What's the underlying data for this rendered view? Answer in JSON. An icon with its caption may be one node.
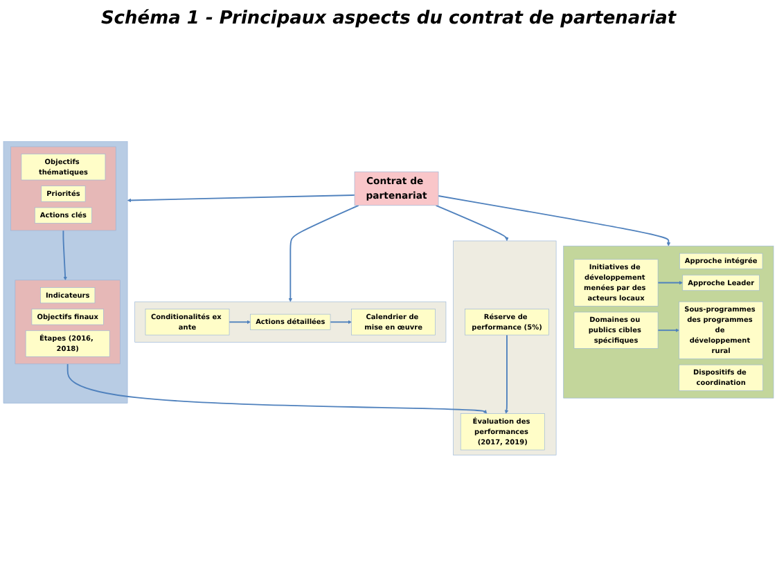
{
  "diagram": {
    "title": "Schéma 1 - Principaux aspects du contrat de partenariat",
    "nodes": [
      {
        "text": [],
        "shape": "box"
      },
      {
        "text": [],
        "shape": "box",
        "in": 0
      },
      {
        "text": [
          "Objectifs thématiques"
        ],
        "in": 1
      },
      {
        "text": [
          "Priorités"
        ],
        "in": 1
      },
      {
        "text": [
          "Actions clés"
        ],
        "in": 1
      },
      {
        "text": [],
        "shape": "box",
        "in": 0
      },
      {
        "text": [
          "Indicateurs"
        ],
        "in": 5
      },
      {
        "text": [
          "Objectifs finaux"
        ],
        "in": 5
      },
      {
        "text": [
          "Étapes (2016, 2018)"
        ],
        "in": 5
      },
      {
        "text": [
          "Contrat de partenariat"
        ]
      },
      {
        "text": [],
        "shape": "box"
      },
      {
        "text": [
          "Conditionalités ex ante"
        ],
        "in": 10
      },
      {
        "text": [
          "Actions détaillées"
        ],
        "in": 10
      },
      {
        "text": [
          "Calendrier de mise en œuvre"
        ],
        "in": 10
      },
      {
        "text": [],
        "shape": "box"
      },
      {
        "text": [
          "Réserve de performance (5%)"
        ],
        "in": 14
      },
      {
        "text": [
          "Évaluation des performances (2017, 2019)"
        ],
        "in": 14
      },
      {
        "text": [],
        "shape": "box"
      },
      {
        "text": [
          "Approche intégrée"
        ],
        "in": 17
      },
      {
        "text": [
          "Initiatives de développement menées par des acteurs locaux"
        ],
        "in": 17
      },
      {
        "text": [
          "Approche Leader"
        ],
        "in": 17
      },
      {
        "text": [
          "Dispositifs de coordination"
        ],
        "in": 17
      },
      {
        "text": [
          "Domaines ou publics cibles spécifiques"
        ],
        "in": 17
      },
      {
        "text": [
          "Sous-programmes des programmes de développement rural"
        ],
        "in": 17
      }
    ],
    "edges": [
      {
        "from": 1,
        "to": 5,
        "arrow": "to"
      },
      {
        "from": 9,
        "to": 0,
        "arrow": "to"
      },
      {
        "from": 9,
        "to": 10,
        "arrow": "to"
      },
      {
        "from": 9,
        "to": 14,
        "arrow": "to"
      },
      {
        "from": 9,
        "to": 17,
        "arrow": "to"
      },
      {
        "from": 5,
        "to": 16,
        "arrow": "to"
      },
      {
        "from": 11,
        "to": 12,
        "arrow": "to"
      },
      {
        "from": 12,
        "to": 13,
        "arrow": "to"
      },
      {
        "from": 15,
        "to": 16,
        "arrow": "to"
      },
      {
        "from": 19,
        "to": 20,
        "arrow": "to"
      },
      {
        "from": 22,
        "to": 23,
        "arrow": "to"
      }
    ]
  }
}
